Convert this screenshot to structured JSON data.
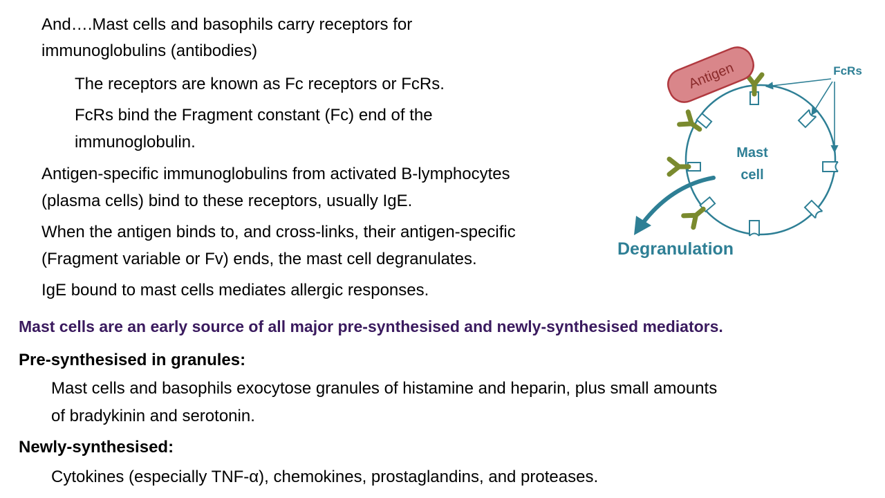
{
  "slide": {
    "intro": {
      "line1": "And….Mast cells and basophils carry receptors for",
      "line2": "immunoglobulins (antibodies)"
    },
    "sub1": "The receptors are known as Fc receptors or FcRs.",
    "sub2": {
      "line1": "FcRs bind the Fragment constant (Fc) end of the",
      "line2": "immunoglobulin."
    },
    "antigen_para": {
      "line1": "Antigen-specific immunoglobulins from activated B-lymphocytes",
      "line2": "(plasma cells) bind to these receptors, usually IgE."
    },
    "crosslink_para": {
      "line1": "When the antigen binds to, and cross-links, their antigen-specific",
      "line2": "(Fragment variable or Fv) ends, the mast cell degranulates."
    },
    "ige_para": "IgE bound to mast cells mediates allergic responses.",
    "highlight": "Mast cells are an early source of all major pre-synthesised and newly-synthesised mediators.",
    "pre_heading": "Pre-synthesised in granules:",
    "pre_text": {
      "line1": "Mast cells and basophils exocytose granules of histamine and heparin, plus small amounts",
      "line2": "of bradykinin  and serotonin."
    },
    "new_heading": "Newly-synthesised:",
    "new_text": "Cytokines (especially TNF-α), chemokines, prostaglandins, and proteases."
  },
  "diagram": {
    "antigen_label": "Antigen",
    "fcrs_label": "FcRs",
    "cell_label_line1": "Mast",
    "cell_label_line2": "cell",
    "degranulation_label": "Degranulation",
    "colors": {
      "teal": "#2e7f95",
      "antibody_green": "#7a8a2e",
      "antigen_fill": "#d9868a",
      "antigen_stroke": "#b0393f",
      "antigen_text": "#8a2a2a"
    }
  }
}
